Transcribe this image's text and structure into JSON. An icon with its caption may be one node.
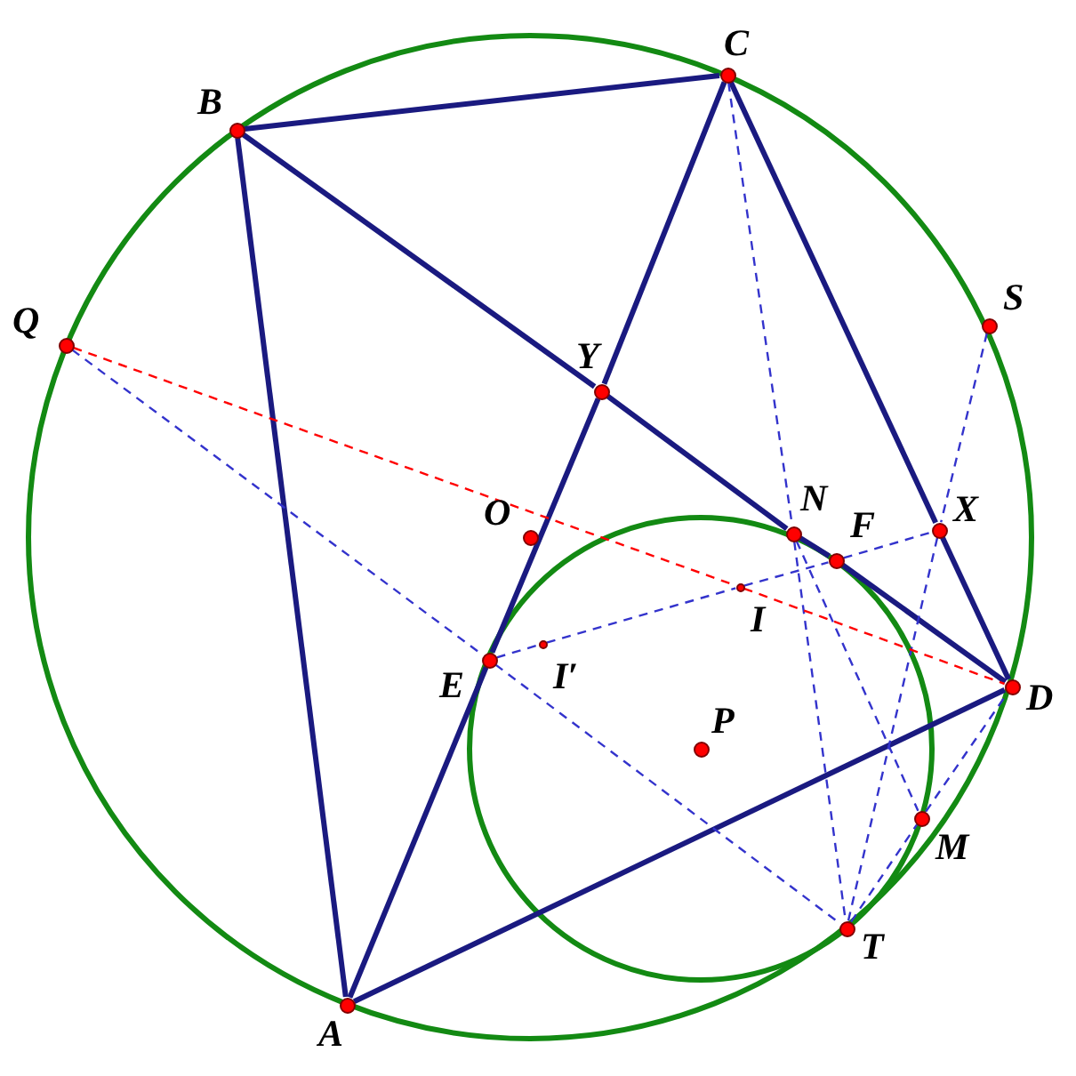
{
  "diagram": {
    "nodes": [
      {
        "text": [
          "C"
        ]
      },
      {
        "text": [
          "B"
        ]
      },
      {
        "text": [
          "S"
        ]
      },
      {
        "text": [
          "Q"
        ]
      },
      {
        "text": [
          "Y"
        ]
      },
      {
        "text": [
          "X"
        ]
      },
      {
        "text": [
          "N"
        ]
      },
      {
        "text": [
          "O"
        ]
      },
      {
        "text": [
          "F"
        ]
      },
      {
        "text": [
          "I"
        ]
      },
      {
        "text": [
          "E"
        ]
      },
      {
        "text": [
          "I′"
        ]
      },
      {
        "text": [
          "D"
        ]
      },
      {
        "text": [
          "P"
        ]
      },
      {
        "text": [
          "M"
        ]
      },
      {
        "text": [
          "T"
        ]
      },
      {
        "text": [
          "A"
        ]
      }
    ],
    "edges": [
      {
        "from": 16,
        "to": 1,
        "arrow": "none",
        "style": "thick"
      },
      {
        "from": 1,
        "to": 0,
        "arrow": "none",
        "style": "thick"
      },
      {
        "from": 0,
        "to": 5,
        "arrow": "none",
        "style": "thick"
      },
      {
        "from": 5,
        "to": 12,
        "arrow": "none",
        "style": "thick"
      },
      {
        "from": 12,
        "to": 16,
        "arrow": "none",
        "style": "thick"
      },
      {
        "from": 16,
        "to": 10,
        "arrow": "none",
        "style": "thick"
      },
      {
        "from": 10,
        "to": 4,
        "arrow": "none",
        "style": "thick"
      },
      {
        "from": 4,
        "to": 0,
        "arrow": "none",
        "style": "thick"
      },
      {
        "from": 1,
        "to": 4,
        "arrow": "none",
        "style": "thick"
      },
      {
        "from": 4,
        "to": 6,
        "arrow": "none",
        "style": "thick"
      },
      {
        "from": 6,
        "to": 8,
        "arrow": "none",
        "style": "thick"
      },
      {
        "from": 8,
        "to": 12,
        "arrow": "none",
        "style": "thick"
      },
      {
        "from": 3,
        "to": 10,
        "arrow": "none",
        "style": "dashed",
        "color": "#3333cc"
      },
      {
        "from": 10,
        "to": 15,
        "arrow": "none",
        "style": "dashed",
        "color": "#3333cc"
      },
      {
        "from": 10,
        "to": 11,
        "arrow": "none",
        "style": "dashed",
        "color": "#3333cc"
      },
      {
        "from": 11,
        "to": 9,
        "arrow": "none",
        "style": "dashed",
        "color": "#3333cc"
      },
      {
        "from": 9,
        "to": 8,
        "arrow": "none",
        "style": "dashed",
        "color": "#3333cc"
      },
      {
        "from": 8,
        "to": 5,
        "arrow": "none",
        "style": "dashed",
        "color": "#3333cc"
      },
      {
        "from": 0,
        "to": 6,
        "arrow": "none",
        "style": "dashed",
        "color": "#3333cc"
      },
      {
        "from": 6,
        "to": 15,
        "arrow": "none",
        "style": "dashed",
        "color": "#3333cc"
      },
      {
        "from": 2,
        "to": 5,
        "arrow": "none",
        "style": "dashed",
        "color": "#3333cc"
      },
      {
        "from": 5,
        "to": 15,
        "arrow": "none",
        "style": "dashed",
        "color": "#3333cc"
      },
      {
        "from": 6,
        "to": 14,
        "arrow": "none",
        "style": "dashed",
        "color": "#3333cc"
      },
      {
        "from": 15,
        "to": 14,
        "arrow": "none",
        "style": "dashed",
        "color": "#3333cc"
      },
      {
        "from": 14,
        "to": 12,
        "arrow": "none",
        "style": "dashed",
        "color": "#3333cc"
      },
      {
        "from": 3,
        "to": 9,
        "arrow": "none",
        "style": "dashed",
        "color": "#ff0000"
      },
      {
        "from": 9,
        "to": 12,
        "arrow": "none",
        "style": "dashed",
        "color": "#ff0000"
      }
    ]
  }
}
